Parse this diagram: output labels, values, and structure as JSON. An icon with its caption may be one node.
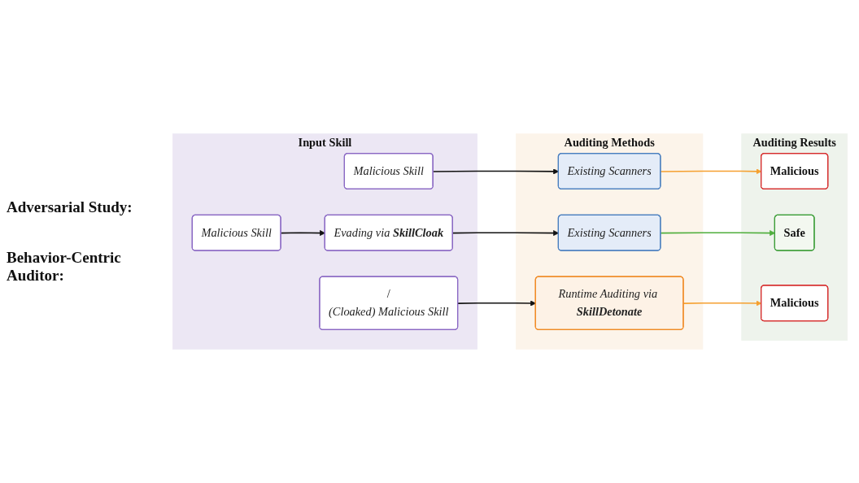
{
  "diagram": {
    "nodes": [
      {
        "text": [
          "Input Skill"
        ]
      },
      {
        "text": [
          "Auditing Methods"
        ]
      },
      {
        "text": [
          "Auditing Results"
        ]
      },
      {
        "text": [
          "Malicious Skill"
        ],
        "in": 0
      },
      {
        "text": [
          "Existing Scanners"
        ],
        "in": 1
      },
      {
        "text": [
          "Malicious"
        ],
        "in": 2
      },
      {
        "text": [
          "Malicious Skill"
        ],
        "in": 0
      },
      {
        "text": [
          "Evading via **SkillCloak**"
        ],
        "in": 0
      },
      {
        "text": [
          "Existing Scanners"
        ],
        "in": 1
      },
      {
        "text": [
          "Safe"
        ],
        "in": 2
      },
      {
        "text": [
          "/",
          "(Cloaked) Malicious Skill"
        ],
        "in": 0
      },
      {
        "text": [
          "Runtime Auditing via **SkillDetonate**"
        ],
        "in": 1
      },
      {
        "text": [
          "Malicious"
        ],
        "in": 2
      }
    ],
    "edges": [
      {
        "from": 3,
        "to": 4,
        "arrow": "to"
      },
      {
        "from": 4,
        "to": 5,
        "arrow": "to",
        "color": "#f5a030"
      },
      {
        "from": 6,
        "to": 7,
        "arrow": "to"
      },
      {
        "from": 7,
        "to": 8,
        "arrow": "to"
      },
      {
        "from": 8,
        "to": 9,
        "arrow": "to",
        "color": "#4fae3c"
      },
      {
        "from": 10,
        "to": 11,
        "arrow": "to"
      },
      {
        "from": 11,
        "to": 12,
        "arrow": "to",
        "color": "#f5a030"
      }
    ],
    "labels": [
      "Adversarial Study:",
      "Behavior-Centric Auditor:"
    ]
  }
}
